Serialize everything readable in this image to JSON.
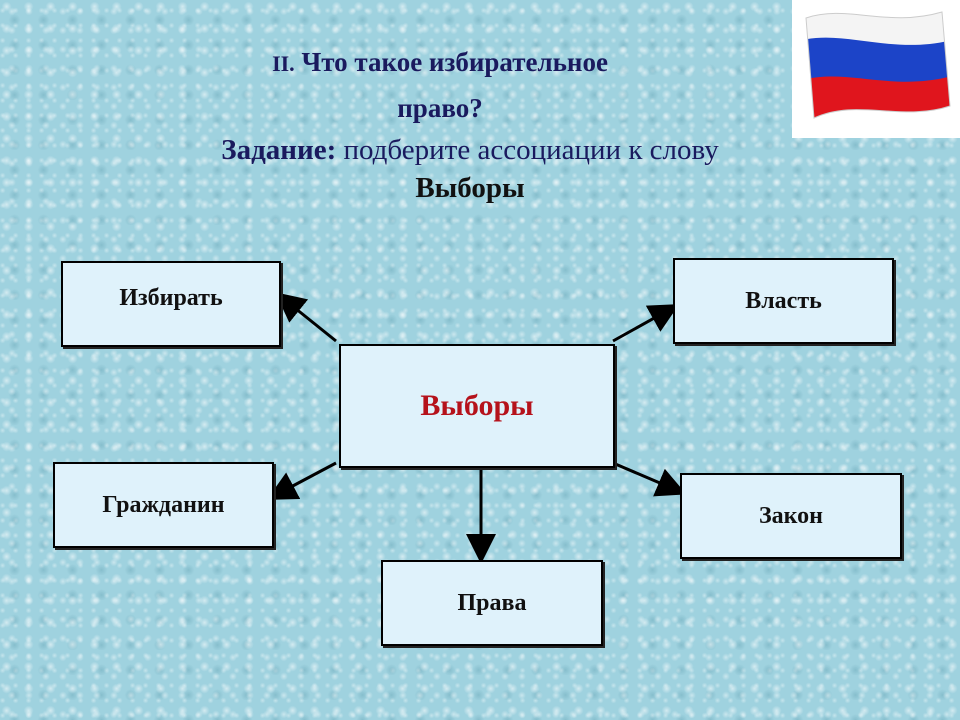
{
  "header": {
    "section_number": "II.",
    "question_line1": "Что такое избирательное",
    "question_line2": "право?",
    "task_label": "Задание:",
    "task_text": "подберите  ассоциации к слову",
    "keyword": "Выборы"
  },
  "diagram": {
    "center": "Выборы",
    "nodes": {
      "izbirat": "Избирать",
      "vlast": "Власть",
      "grazhdanin": "Гражданин",
      "zakon": "Закон",
      "prava": "Права"
    }
  },
  "flag": {
    "colors": [
      "#ffffff",
      "#1c44c8",
      "#e0151d"
    ]
  },
  "colors": {
    "title": "#1a1a5e",
    "center_text": "#b5121b",
    "box_fill": "#dff2fb"
  }
}
